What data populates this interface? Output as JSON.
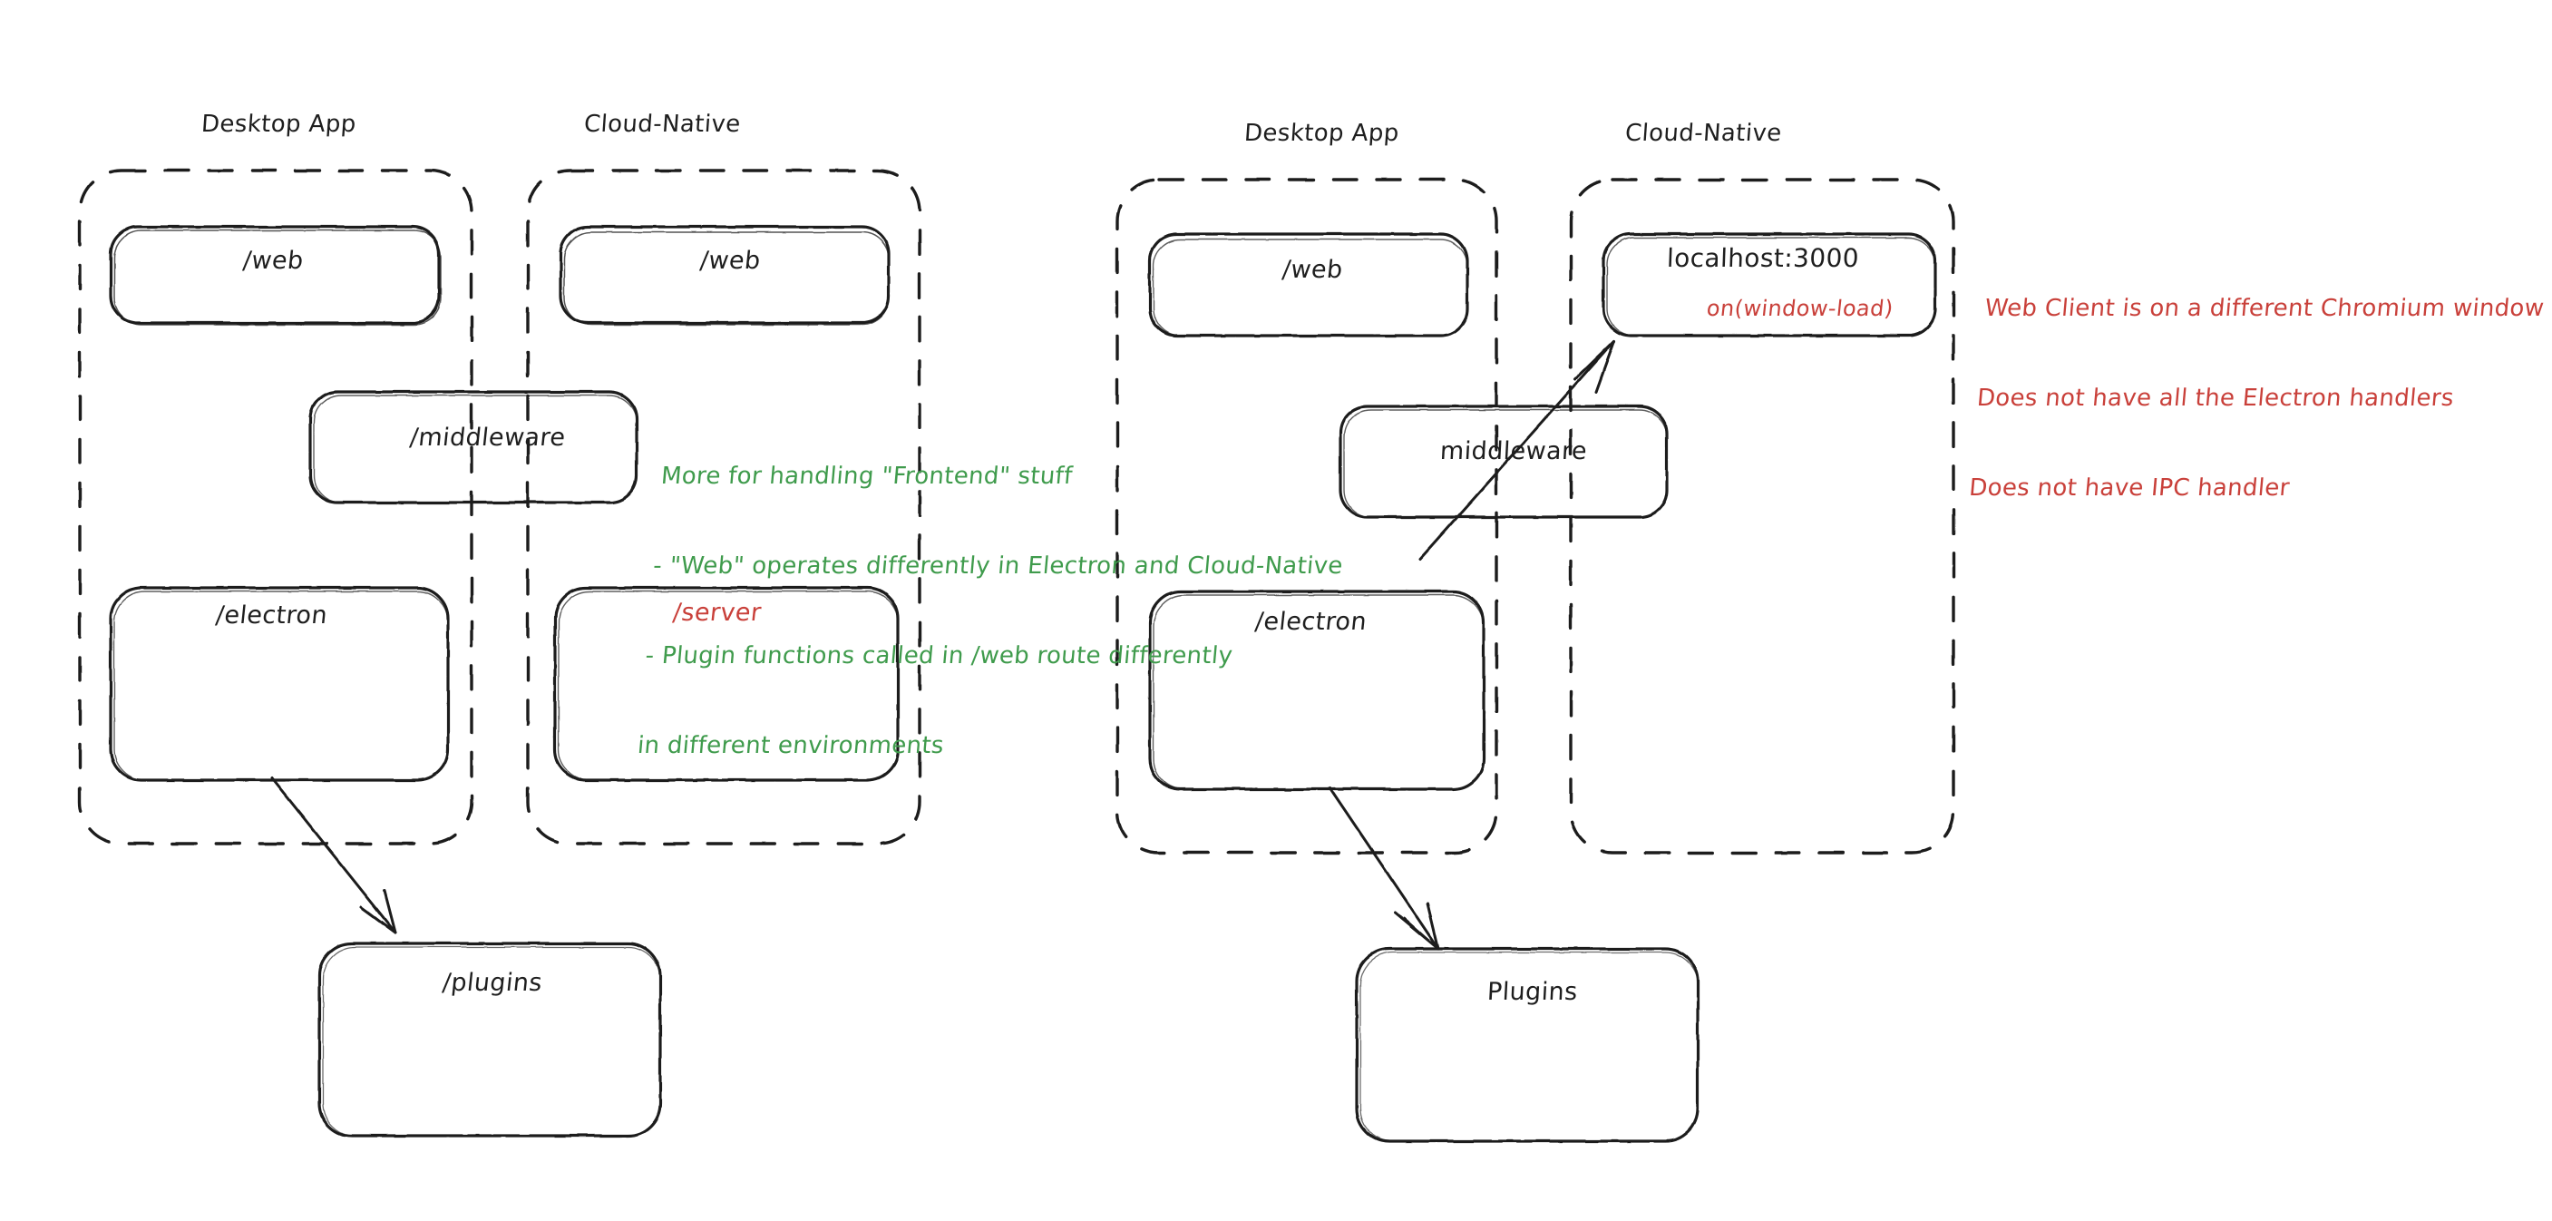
{
  "diagram": {
    "title": "Electron vs Cloud-Native architecture sketch",
    "style": "hand-drawn",
    "background": "#ffffff",
    "colors": {
      "stroke": "#1e1e1e",
      "red": "#c9403a",
      "green": "#3f9b4c"
    }
  },
  "left_panel": {
    "groups": [
      {
        "id": "left-desktop",
        "label": "Desktop App"
      },
      {
        "id": "left-cloud",
        "label": "Cloud-Native"
      }
    ],
    "nodes": [
      {
        "id": "left-desktop-web",
        "label": "/web",
        "color": "#1e1e1e"
      },
      {
        "id": "left-cloud-web",
        "label": "/web",
        "color": "#1e1e1e"
      },
      {
        "id": "left-middleware",
        "label": "/middleware",
        "color": "#1e1e1e"
      },
      {
        "id": "left-electron",
        "label": "/electron",
        "color": "#1e1e1e"
      },
      {
        "id": "left-server",
        "label": "/server",
        "color": "#c9403a"
      },
      {
        "id": "left-plugins",
        "label": "/plugins",
        "color": "#1e1e1e"
      }
    ],
    "note_green": {
      "color": "#3f9b4c",
      "lines": [
        "More for handling \"Frontend\" stuff",
        "- \"Web\" operates differently in Electron and Cloud-Native",
        "- Plugin functions called in /web route differently",
        "in different environments"
      ]
    },
    "arrows": [
      {
        "id": "arrow-left-electron-to-plugins",
        "from": "left-electron",
        "to": "left-plugins"
      }
    ]
  },
  "right_panel": {
    "groups": [
      {
        "id": "right-desktop",
        "label": "Desktop App"
      },
      {
        "id": "right-cloud",
        "label": "Cloud-Native"
      }
    ],
    "nodes": [
      {
        "id": "right-desktop-web",
        "label": "/web",
        "color": "#1e1e1e"
      },
      {
        "id": "right-localhost",
        "label": "localhost:3000",
        "sublabel": "on(window-load)",
        "sublabel_color": "#c9403a",
        "color": "#1e1e1e"
      },
      {
        "id": "right-middleware",
        "label": "middleware",
        "color": "#1e1e1e"
      },
      {
        "id": "right-electron",
        "label": "/electron",
        "color": "#1e1e1e"
      },
      {
        "id": "right-plugins",
        "label": "Plugins",
        "color": "#1e1e1e"
      }
    ],
    "note_red": {
      "color": "#c9403a",
      "lines": [
        "Web Client is on a different Chromium window",
        "Does not have all the Electron handlers",
        "Does not have IPC handler"
      ]
    },
    "arrows": [
      {
        "id": "arrow-right-electron-to-localhost",
        "from": "right-electron",
        "to": "right-localhost"
      },
      {
        "id": "arrow-right-electron-to-plugins",
        "from": "right-electron",
        "to": "right-plugins"
      }
    ]
  }
}
